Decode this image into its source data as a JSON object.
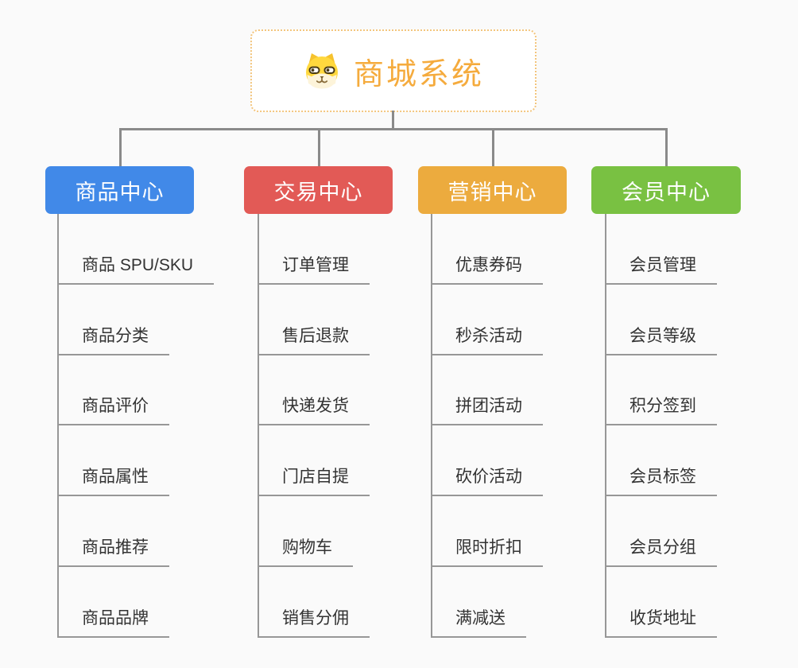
{
  "root": {
    "title": "商城系统",
    "icon": "dog-face-icon"
  },
  "branches": [
    {
      "label": "商品中心",
      "color": "#4189e8",
      "items": [
        "商品 SPU/SKU",
        "商品分类",
        "商品评价",
        "商品属性",
        "商品推荐",
        "商品品牌"
      ]
    },
    {
      "label": "交易中心",
      "color": "#e25a56",
      "items": [
        "订单管理",
        "售后退款",
        "快递发货",
        "门店自提",
        "购物车",
        "销售分佣"
      ]
    },
    {
      "label": "营销中心",
      "color": "#ecab3e",
      "items": [
        "优惠券码",
        "秒杀活动",
        "拼团活动",
        "砍价活动",
        "限时折扣",
        "满减送"
      ]
    },
    {
      "label": "会员中心",
      "color": "#79c142",
      "items": [
        "会员管理",
        "会员等级",
        "积分签到",
        "会员标签",
        "会员分组",
        "收货地址"
      ]
    }
  ],
  "colors": {
    "background": "#fafafa",
    "connector": "#8a8a8a",
    "leaf_line": "#979797",
    "leaf_text": "#333333",
    "root_title": "#f5ab3d",
    "root_border": "#f3c57d",
    "root_background": "#ffffff"
  }
}
